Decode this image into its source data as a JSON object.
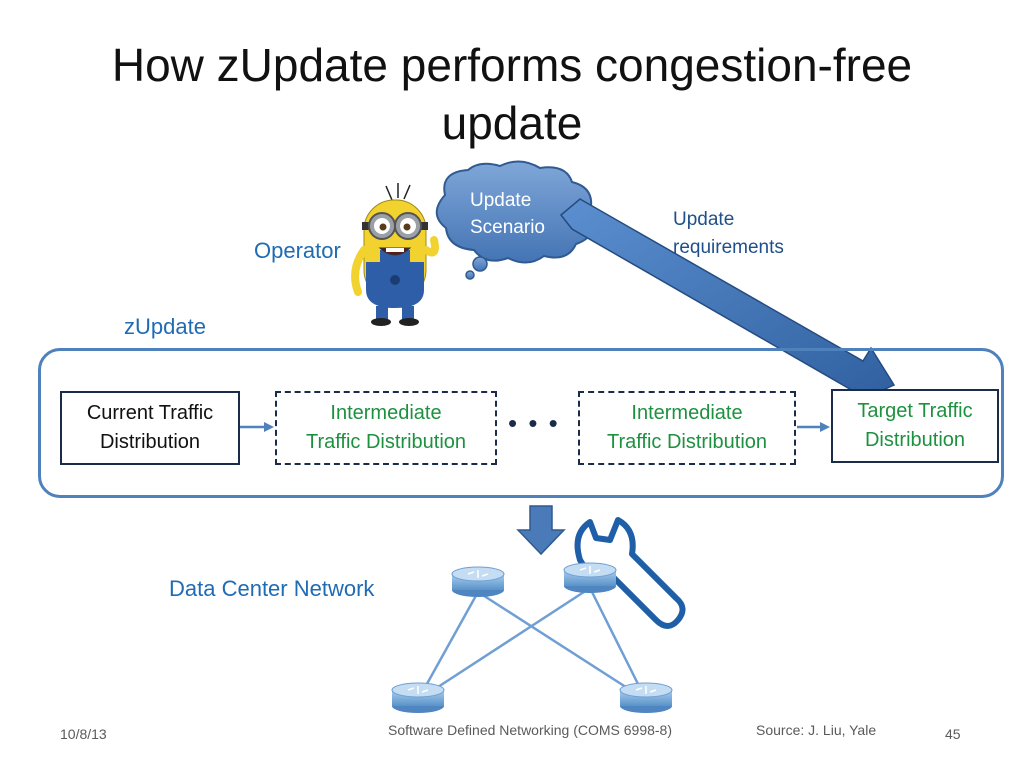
{
  "title": "How zUpdate performs congestion-free update",
  "operator_label": "Operator",
  "bubble": {
    "line1": "Update",
    "line2": "Scenario"
  },
  "update_requirements": {
    "line1": "Update",
    "line2": "requirements"
  },
  "zupdate_label": "zUpdate",
  "boxes": {
    "current": {
      "line1": "Current Traffic",
      "line2": "Distribution"
    },
    "intermediate1": {
      "line1": "Intermediate",
      "line2": "Traffic Distribution"
    },
    "intermediate2": {
      "line1": "Intermediate",
      "line2": "Traffic Distribution"
    },
    "target": {
      "line1": "Target Traffic",
      "line2": "Distribution"
    }
  },
  "ellipsis": "• • •",
  "network_label": "Data Center Network",
  "footer": {
    "date": "10/8/13",
    "course": "Software Defined Networking (COMS 6998-8)",
    "source": "Source: J. Liu, Yale",
    "page": "45"
  },
  "colors": {
    "accent_blue": "#4f81bd",
    "label_blue": "#1f6bb4",
    "green_text": "#1e9140",
    "box_border": "#1a2c4a"
  },
  "icons": [
    "minion-icon",
    "thought-bubble-icon",
    "wrench-icon",
    "router-icon",
    "down-arrow-icon"
  ]
}
